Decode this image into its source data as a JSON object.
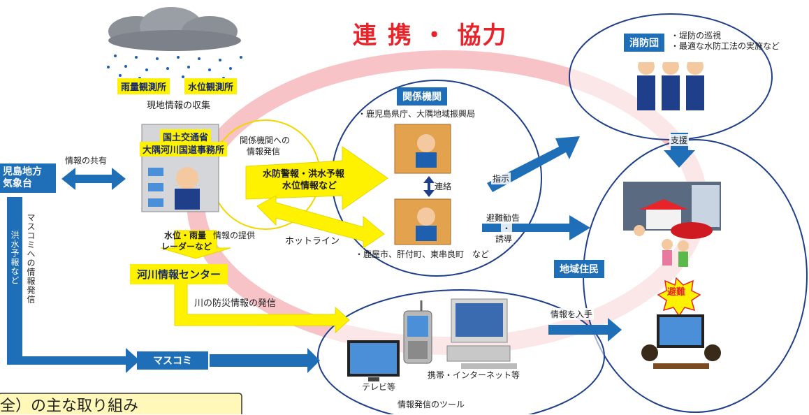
{
  "title": "連 携 ・ 協力",
  "weather": {
    "rain_obs": "雨量観測所",
    "water_obs": "水位観測所",
    "collect": "現地情報の収集"
  },
  "office": {
    "line1": "国土交通省",
    "line2": "大隅河川国道事務所"
  },
  "to_agencies": {
    "line1": "関係機関への",
    "line2": "情報発信"
  },
  "flood_warn": {
    "line1": "水防警報・洪水予報",
    "line2": "水位情報など"
  },
  "hotline": "ホットライン",
  "provide": {
    "line1": "水位・雨量",
    "line2": "レーダーなど",
    "label": "情報の提供"
  },
  "river_center": "河川情報センター",
  "river_disaster": "川の防災情報の発信",
  "met": {
    "line1": "児島地方",
    "line2": "気象台",
    "share": "情報の共有"
  },
  "vertical": {
    "mass_info": "マスコミへの情報発信",
    "flood": "洪水予報など"
  },
  "agencies": {
    "title": "関係機関",
    "pref": "・鹿児島県庁、大隅地域振興局",
    "renraku": "連絡",
    "towns": "・鹿屋市、肝付町、東串良町　など"
  },
  "instruction": "指示",
  "evac": {
    "line1": "避難勧告",
    "line2": "・",
    "line3": "誘導"
  },
  "fire": {
    "title": "消防団",
    "line1": "・堤防の巡視",
    "line2": "・最適な水防工法の実施など",
    "support": "支援"
  },
  "residents": {
    "title": "地域住民",
    "evacuate": "避難"
  },
  "info_get": "情報を入手",
  "masscomi": "マスコミ",
  "tools": {
    "tv": "テレビ等",
    "mobile": "携帯・インターネット等",
    "title": "情報発信のツール"
  },
  "bottom_banner": "全）の主な取り組み",
  "colors": {
    "blue": "#1f6fb8",
    "yellow": "#fff200",
    "ring": "#f4a3a8",
    "title_red": "#e8242b"
  }
}
